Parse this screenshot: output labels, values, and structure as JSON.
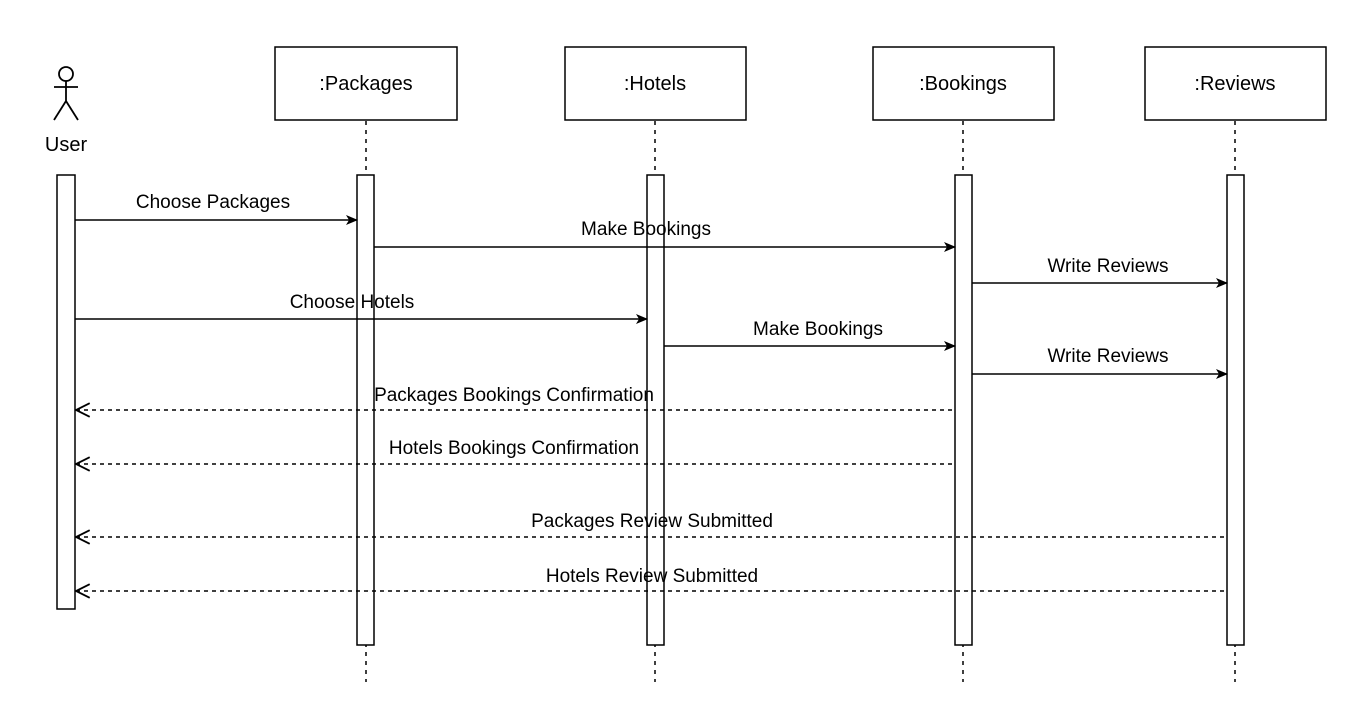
{
  "diagram": {
    "type": "uml-sequence",
    "actor": {
      "id": "user",
      "label": "User"
    },
    "participants": [
      {
        "id": "packages",
        "label": ":Packages"
      },
      {
        "id": "hotels",
        "label": ":Hotels"
      },
      {
        "id": "bookings",
        "label": ":Bookings"
      },
      {
        "id": "reviews",
        "label": ":Reviews"
      }
    ],
    "messages": [
      {
        "from": "user",
        "to": "packages",
        "label": "Choose Packages",
        "kind": "sync"
      },
      {
        "from": "packages",
        "to": "bookings",
        "label": "Make Bookings",
        "kind": "sync"
      },
      {
        "from": "bookings",
        "to": "reviews",
        "label": "Write Reviews",
        "kind": "sync"
      },
      {
        "from": "user",
        "to": "hotels",
        "label": "Choose Hotels",
        "kind": "sync"
      },
      {
        "from": "hotels",
        "to": "bookings",
        "label": "Make Bookings",
        "kind": "sync"
      },
      {
        "from": "bookings",
        "to": "reviews",
        "label": "Write Reviews",
        "kind": "sync"
      },
      {
        "from": "bookings",
        "to": "user",
        "label": "Packages Bookings Confirmation",
        "kind": "reply"
      },
      {
        "from": "bookings",
        "to": "user",
        "label": "Hotels Bookings Confirmation",
        "kind": "reply"
      },
      {
        "from": "reviews",
        "to": "user",
        "label": "Packages Review Submitted",
        "kind": "reply"
      },
      {
        "from": "reviews",
        "to": "user",
        "label": "Hotels Review Submitted",
        "kind": "reply"
      }
    ]
  }
}
